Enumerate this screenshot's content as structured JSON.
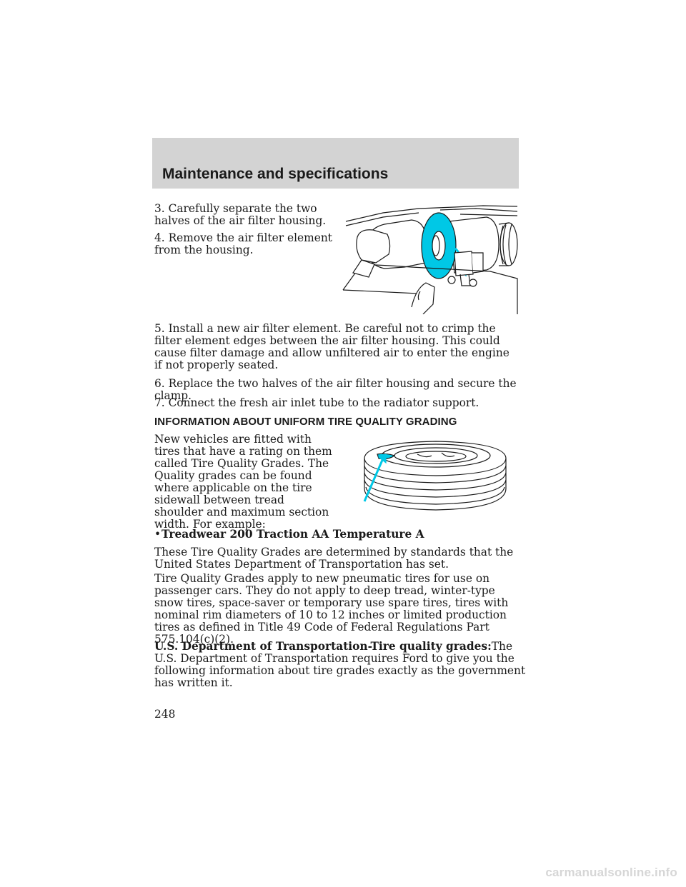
{
  "header": {
    "title": "Maintenance and specifications"
  },
  "steps": {
    "step3": "3. Carefully separate the two halves of the air filter housing.",
    "step4": "4. Remove the air filter element from the housing.",
    "step5": "5. Install a new air filter element. Be careful not to crimp the filter element edges between the air filter housing. This could cause filter damage and allow unfiltered air to enter the engine if not properly seated.",
    "step6": "6. Replace the two halves of the air filter housing and secure the clamp.",
    "step7": "7. Connect the fresh air inlet tube to the radiator support."
  },
  "tire_section": {
    "heading": "INFORMATION ABOUT UNIFORM TIRE QUALITY GRADING",
    "intro": "New vehicles are fitted with tires that have a rating on them called Tire Quality Grades. The Quality grades can be found where applicable on the tire sidewall between tread shoulder and maximum section width. For example:",
    "bullet_symbol": "•",
    "bullet": "Treadwear 200 Traction AA Temperature A",
    "para1": "These Tire Quality Grades are determined by standards that the United States Department of Transportation has set.",
    "para2": "Tire Quality Grades apply to new pneumatic tires for use on passenger cars. They do not apply to deep tread, winter-type snow tires, space-saver or temporary use spare tires, tires with nominal rim diameters of 10 to 12 inches or limited production tires as defined in Title 49 Code of Federal Regulations Part 575.104(c)(2).",
    "para3_bold": "U.S. Department of Transportation-Tire quality grades:",
    "para3_rest": "The U.S. Department of Transportation requires Ford to give you the following information about tire grades exactly as the government has written it."
  },
  "page_number": "248",
  "watermark": "carmanualsonline.info",
  "colors": {
    "header_band": "#d3d3d3",
    "accent_cyan": "#00c8e6",
    "text": "#1a1a1a"
  }
}
